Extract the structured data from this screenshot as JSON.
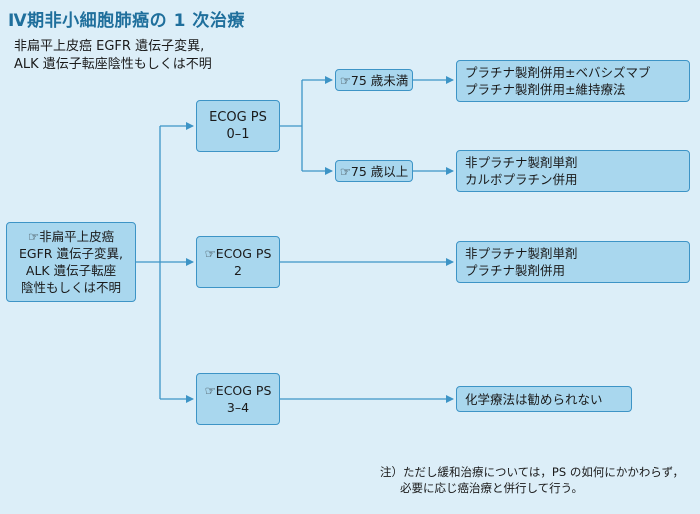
{
  "title": "Ⅳ期非小細胞肺癌の 1 次治療",
  "subtitle": {
    "line1": "非扁平上皮癌 EGFR 遺伝子変異,",
    "line2": "ALK 遺伝子転座陰性もしくは不明"
  },
  "root": {
    "line1": "☞非扁平上皮癌",
    "line2": "EGFR 遺伝子変異,",
    "line3": "ALK 遺伝子転座",
    "line4": "陰性もしくは不明"
  },
  "ps01": {
    "line1": "ECOG PS",
    "line2": "0–1"
  },
  "ps2": {
    "line1": "☞ECOG PS",
    "line2": "2"
  },
  "ps34": {
    "line1": "☞ECOG PS",
    "line2": "3–4"
  },
  "age_under": "☞75 歳未満",
  "age_over": "☞75 歳以上",
  "treat_under": {
    "line1": "プラチナ製剤併用±ベバシズマブ",
    "line2": "プラチナ製剤併用±維持療法"
  },
  "treat_over": {
    "line1": "非プラチナ製剤単剤",
    "line2": "カルボプラチン併用"
  },
  "treat_ps2": {
    "line1": "非プラチナ製剤単剤",
    "line2": "プラチナ製剤併用"
  },
  "treat_ps34": "化学療法は勧められない",
  "note": {
    "line1": "注）ただし緩和治療については，PS の如何にかかわらず，",
    "line2": "必要に応じ癌治療と併行して行う。"
  },
  "colors": {
    "background": "#dceef8",
    "box_fill": "#a9d7ee",
    "box_border": "#3d94c6",
    "title": "#1f6f9c",
    "line": "#3d94c6"
  }
}
